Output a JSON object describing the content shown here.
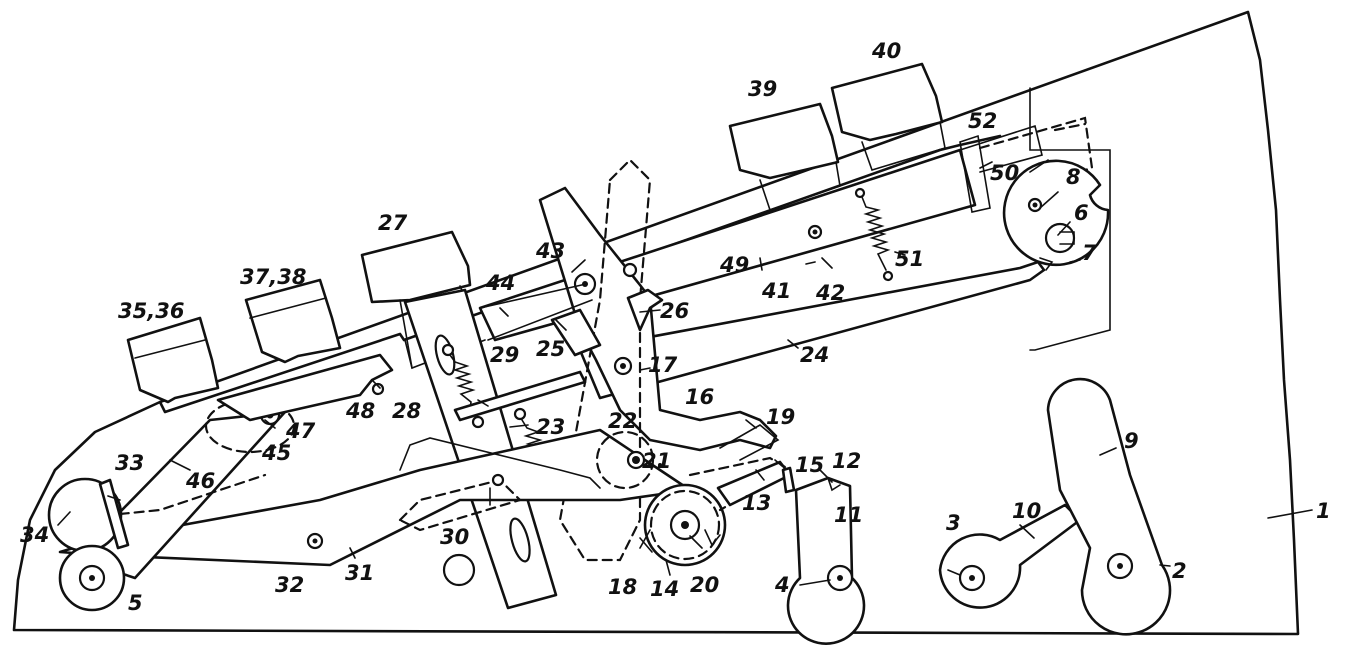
{
  "labels": {
    "l1": "1",
    "l2": "2",
    "l3": "3",
    "l4": "4",
    "l5": "5",
    "l6": "6",
    "l7": "7",
    "l8": "8",
    "l9": "9",
    "l10": "10",
    "l11": "11",
    "l12": "12",
    "l13": "13",
    "l14": "14",
    "l15": "15",
    "l16": "16",
    "l17": "17",
    "l18": "18",
    "l19": "19",
    "l20": "20",
    "l21": "21",
    "l22": "22",
    "l23": "23",
    "l24": "24",
    "l25": "25",
    "l26": "26",
    "l27": "27",
    "l28": "28",
    "l29": "29",
    "l30": "30",
    "l31": "31",
    "l32": "32",
    "l33": "33",
    "l34": "34",
    "l3536": "35,36",
    "l3738": "37,38",
    "l39": "39",
    "l40": "40",
    "l41": "41",
    "l42": "42",
    "l43": "43",
    "l44": "44",
    "l45": "45",
    "l46": "46",
    "l47": "47",
    "l48": "48",
    "l49": "49",
    "l50": "50",
    "l51": "51",
    "l52": "52"
  }
}
